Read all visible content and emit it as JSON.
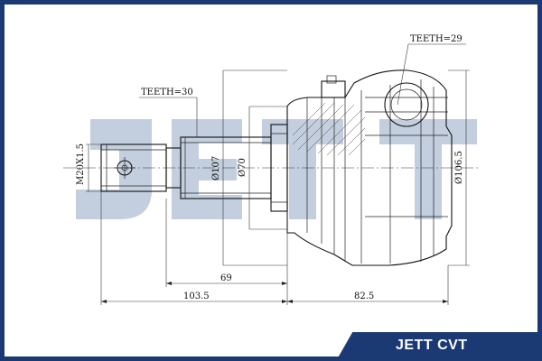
{
  "watermark": {
    "text": "JETT",
    "color": "#b9c6d9"
  },
  "brand": {
    "text": "JETT CVT",
    "color": "#1b3a73"
  },
  "labels": {
    "teeth_outer": "TEETH=29",
    "teeth_shaft": "TEETH=30",
    "thread": "M20X1.5",
    "dia_107": "Ø107",
    "dia_70": "Ø70",
    "dia_106": "Ø106.5",
    "len_69": "69",
    "len_103": "103.5",
    "len_82": "82.5"
  },
  "colors": {
    "frame": "#1b3a73",
    "line": "#111111"
  }
}
